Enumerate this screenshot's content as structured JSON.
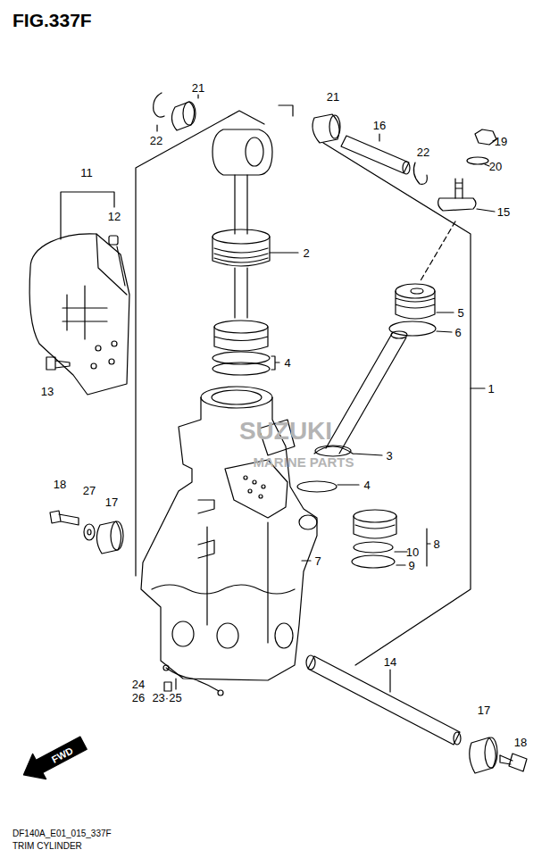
{
  "diagram": {
    "title": "FIG.337F",
    "caption": "TRIM CYLINDER",
    "labels": [
      "21",
      "22",
      "21",
      "16",
      "22",
      "19",
      "20",
      "15",
      "11",
      "12",
      "2",
      "5",
      "6",
      "4",
      "1",
      "13",
      "SUZUKI",
      "MARINE PARTS",
      "3",
      "4",
      "18",
      "27",
      "17",
      "8",
      "10",
      "7",
      "9",
      "14",
      "24",
      "26",
      "23·25",
      "17",
      "18",
      "FWD",
      "DF140A_E01_015_337F"
    ]
  }
}
